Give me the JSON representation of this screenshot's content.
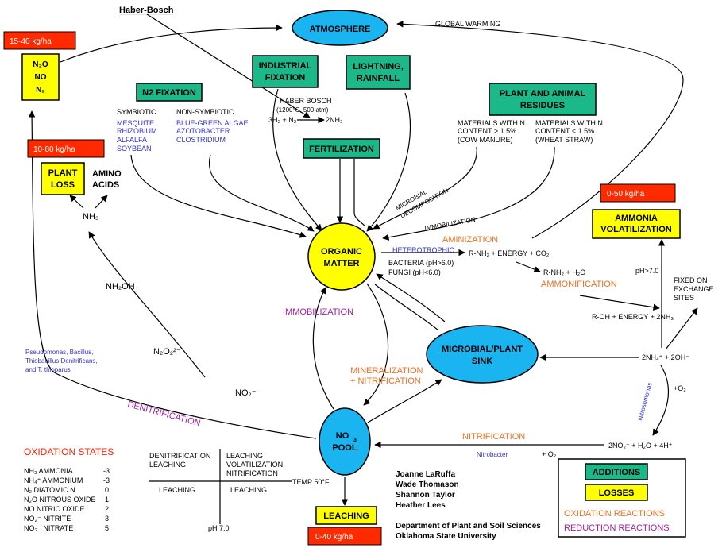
{
  "title": "Haber-Bosch",
  "nodes": {
    "atmosphere": "ATMOSPHERE",
    "organic_matter": [
      "ORGANIC",
      "MATTER"
    ],
    "microbial_sink": [
      "MICROBIAL/PLANT",
      "SINK"
    ],
    "no3_pool": [
      "NO",
      "POOL"
    ],
    "industrial_fixation": [
      "INDUSTRIAL",
      "FIXATION"
    ],
    "lightning": [
      "LIGHTNING,",
      "RAINFALL"
    ],
    "n2_fixation": "N2 FIXATION",
    "fertilization": "FERTILIZATION",
    "residues": [
      "PLANT AND ANIMAL",
      "RESIDUES"
    ],
    "ammonia_volatilization": [
      "AMMONIA",
      "VOLATILIZATION"
    ],
    "leaching": "LEACHING",
    "plant_loss": [
      "PLANT",
      "LOSS"
    ],
    "amino_acids": [
      "AMINO",
      "ACIDS"
    ],
    "n2o_box": [
      "N₂O",
      "NO",
      "N₂"
    ]
  },
  "rates": {
    "n2o": "15-40 kg/ha",
    "plant_loss": "10-80 kg/ha",
    "ammonia": "0-50 kg/ha",
    "leaching": "0-40 kg/ha"
  },
  "labels": {
    "global_warming": "GLOBAL WARMING",
    "haber_bosch_process": [
      "HABER BOSCH",
      "(1200°C, 500 atm)"
    ],
    "haber_reaction_left": "3H₂ + N₂",
    "haber_reaction_right": "2NH₃",
    "symbiotic": "SYMBIOTIC",
    "non_symbiotic": "NON-SYMBIOTIC",
    "symbiotic_list": [
      "MESQUITE",
      "RHIZOBIUM",
      "ALFALFA",
      "SOYBEAN"
    ],
    "non_symbiotic_list": [
      "BLUE-GREEN ALGAE",
      "AZOTOBACTER",
      "CLOSTRIDIUM"
    ],
    "materials_high": [
      "MATERIALS WITH N",
      "CONTENT > 1.5%",
      "(COW MANURE)"
    ],
    "materials_low": [
      "MATERIALS WITH N",
      "CONTENT < 1.5%",
      "(WHEAT STRAW)"
    ],
    "microbial_decomposition": [
      "MICROBIAL",
      "DECOMPOSITION"
    ],
    "immobilization_top": "IMMOBILIZATION",
    "aminization": "AMINIZATION",
    "heterotrophic": "HETEROTROPHIC",
    "bacteria": "BACTERIA (pH>6.0)",
    "fungi": "FUNGI (pH<6.0)",
    "rnh2_energy": "R-NH₂ + ENERGY + CO₂",
    "rnh2_h2o": "R-NH₂ + H₂O",
    "ammonification": "AMMONIFICATION",
    "roh": "R-OH + ENERGY + 2NH₃",
    "ph7": "pH>7.0",
    "fixed": [
      "FIXED ON",
      "EXCHANGE",
      "SITES"
    ],
    "nh4": "2NH₄⁺ + 2OH⁻",
    "o2_right": "+O₂",
    "nitrosomonas": "Nitrosomonas",
    "no2_h2o": "2NO₂⁻ + H₂O + 4H⁺",
    "nitrification": "NITRIFICATION",
    "nitrobacter": "Nitrobacter",
    "o2_bottom": "+ O₂",
    "immobilization_mid": "IMMOBILIZATION",
    "mineralization": [
      "MINERALIZATION",
      "+ NITRIFICATION"
    ],
    "nh3": "NH₃",
    "nh2oh": "NH₂OH",
    "n2o2": "N₂O₂²⁻",
    "no2": "NO₂⁻",
    "denitrification": "DENITRIFICATION",
    "pseudomonas": [
      "Pseudomonas, Bacillus,",
      "Thiobacillus Denitrificans,",
      "and T. thioparus"
    ],
    "quad_tl": [
      "DENITRIFICATION",
      "LEACHING"
    ],
    "quad_tr": [
      "LEACHING",
      "VOLATILIZATION",
      "NITRIFICATION"
    ],
    "quad_bl": "LEACHING",
    "quad_br": "LEACHING",
    "temp": "TEMP 50°F",
    "ph_axis": "pH 7.0"
  },
  "oxidation": {
    "title": "OXIDATION STATES",
    "rows": [
      {
        "name": "NH₃ AMMONIA",
        "value": "-3"
      },
      {
        "name": "NH₄⁺ AMMONIUM",
        "value": "-3"
      },
      {
        "name": "N₂ DIATOMIC N",
        "value": "0"
      },
      {
        "name": "N₂O NITROUS OXIDE",
        "value": "1"
      },
      {
        "name": "NO NITRIC OXIDE",
        "value": "2"
      },
      {
        "name": "NO₂⁻ NITRITE",
        "value": "3"
      },
      {
        "name": "NO₃⁻ NITRATE",
        "value": "5"
      }
    ]
  },
  "authors": [
    "Joanne LaRuffa",
    "Wade Thomason",
    "Shannon Taylor",
    "Heather Lees"
  ],
  "affiliation": [
    "Department of Plant and Soil Sciences",
    "Oklahoma State University"
  ],
  "legend": {
    "additions": "ADDITIONS",
    "losses": "LOSSES",
    "oxidation": "OXIDATION REACTIONS",
    "reduction": "REDUCTION REACTIONS"
  },
  "colors": {
    "addition_box": "#1bb98a",
    "loss_box": "#ffff00",
    "rate_box": "#ff2a00",
    "pool": "#1ab5f0",
    "oxidation": "#f07020",
    "reduction": "#a020a0",
    "organism": "#3333cc"
  }
}
